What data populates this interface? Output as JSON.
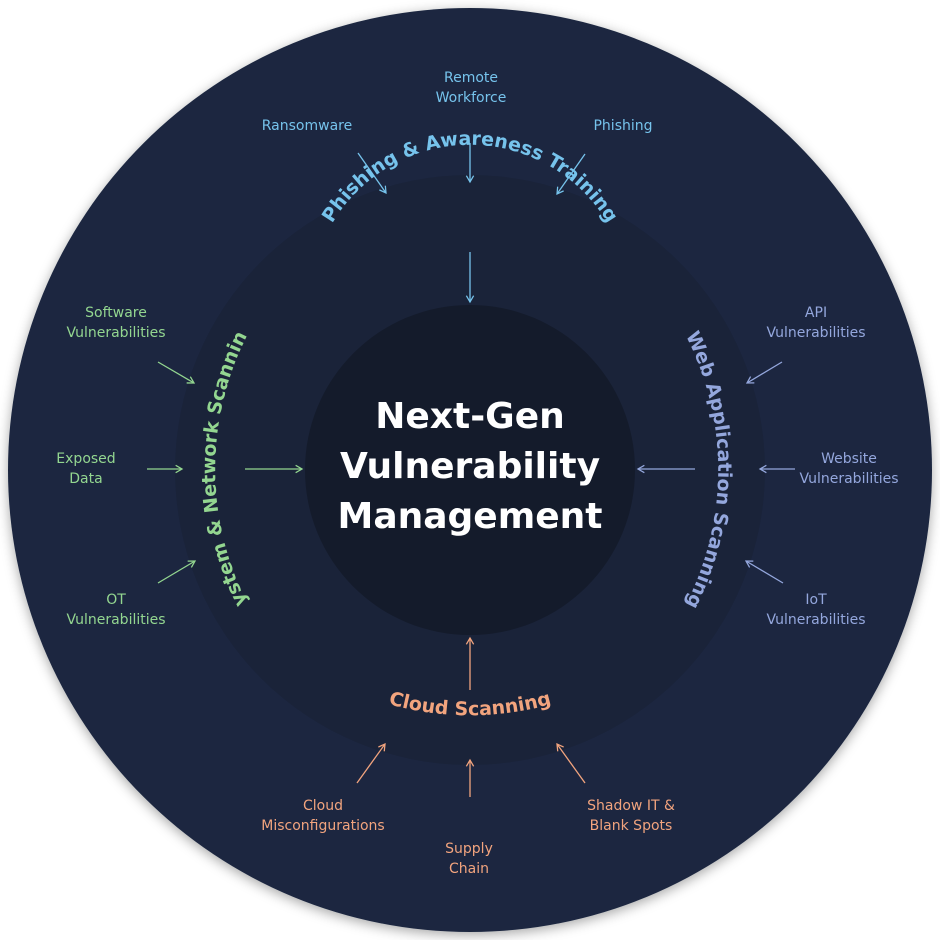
{
  "center": {
    "line1": "Next-Gen",
    "line2": "Vulnerability",
    "line3": "Management"
  },
  "colors": {
    "outer": "#1b2840",
    "middle": "#1a2339",
    "inner": "#141b2b",
    "phishing": "#76c3ec",
    "system": "#93d690",
    "web": "#94a7dd",
    "cloud": "#f2a47e"
  },
  "sections": {
    "phishing": {
      "label": "Phishing & Awareness Training",
      "threats": {
        "ransomware": "Ransomware",
        "remote": [
          "Remote",
          "Workforce"
        ],
        "phishing": "Phishing"
      }
    },
    "system": {
      "label": "System & Network Scanning",
      "threats": {
        "software": [
          "Software",
          "Vulnerabilities"
        ],
        "exposed": [
          "Exposed",
          "Data"
        ],
        "ot": [
          "OT",
          "Vulnerabilities"
        ]
      }
    },
    "web": {
      "label": "Web Application Scanning",
      "threats": {
        "api": [
          "API",
          "Vulnerabilities"
        ],
        "website": [
          "Website",
          "Vulnerabilities"
        ],
        "iot": [
          "IoT",
          "Vulnerabilities"
        ]
      }
    },
    "cloud": {
      "label": "Cloud Scanning",
      "threats": {
        "misconfig": [
          "Cloud",
          "Misconfigurations"
        ],
        "supply": [
          "Supply",
          "Chain"
        ],
        "shadow": [
          "Shadow IT &",
          "Blank Spots"
        ]
      }
    }
  }
}
